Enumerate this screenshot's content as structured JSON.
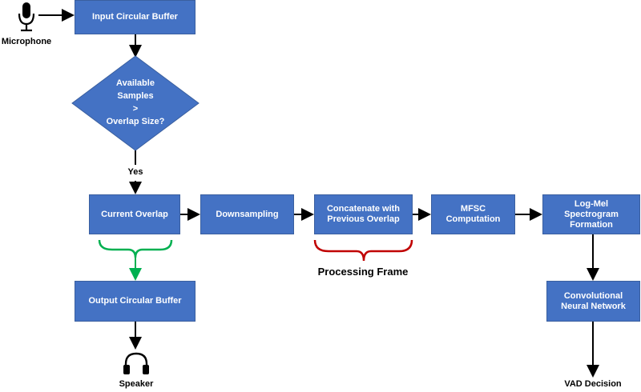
{
  "nodes": {
    "input_buffer": "Input Circular Buffer",
    "decision": "Available\nSamples\n>\nOverlap Size?",
    "current_overlap": "Current Overlap",
    "downsampling": "Downsampling",
    "concatenate": "Concatenate with\nPrevious Overlap",
    "mfsc": "MFSC\nComputation",
    "logmel": "Log-Mel\nSpectrogram\nFormation",
    "output_buffer": "Output Circular Buffer",
    "cnn": "Convolutional\nNeural Network"
  },
  "labels": {
    "microphone": "Microphone",
    "yes": "Yes",
    "processing_frame": "Processing Frame",
    "speaker": "Speaker",
    "vad_decision": "VAD Decision"
  },
  "icons": {
    "microphone": "microphone-icon",
    "speaker": "headphones-icon"
  },
  "colors": {
    "box_fill": "#4472c4",
    "green_brace": "#00b050",
    "red_brace": "#c00000"
  }
}
